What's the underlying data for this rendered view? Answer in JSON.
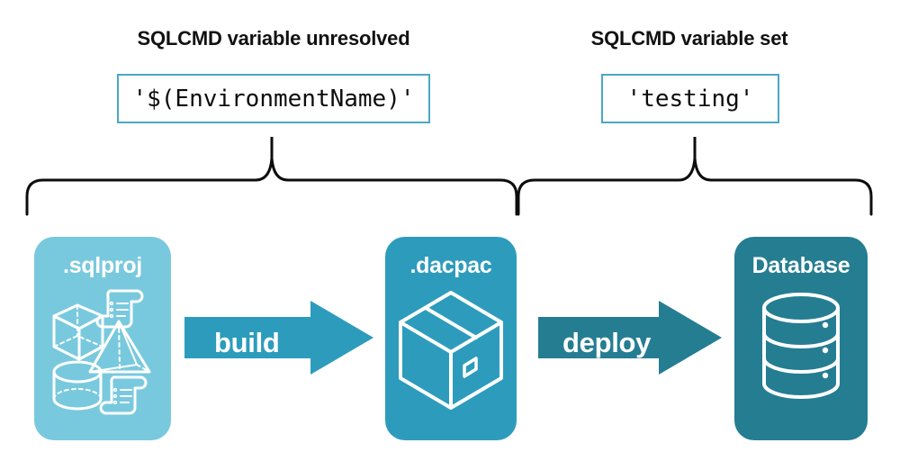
{
  "diagram": {
    "title_context": "SQLCMD variable resolution through build and deploy",
    "sections": [
      {
        "heading": "SQLCMD variable unresolved",
        "value": "'$(EnvironmentName)'",
        "brace": "horizontal-curly-brace"
      },
      {
        "heading": "SQLCMD variable set",
        "value": "'testing'",
        "brace": "horizontal-curly-brace"
      }
    ],
    "nodes": [
      {
        "label": ".sqlproj",
        "color": "#79c9de",
        "icons": [
          "cube-wireframe-icon",
          "scroll-icon",
          "pyramid-wireframe-icon",
          "cylinder-wireframe-icon",
          "scroll-icon"
        ]
      },
      {
        "label": ".dacpac",
        "color": "#2d9cbc",
        "icons": [
          "package-box-icon"
        ]
      },
      {
        "label": "Database",
        "color": "#257d92",
        "icons": [
          "database-cylinder-icon"
        ]
      }
    ],
    "arrows": [
      {
        "label": "build",
        "color": "#2d9cbc"
      },
      {
        "label": "deploy",
        "color": "#257d92"
      }
    ],
    "colors": {
      "light_teal": "#79c9de",
      "mid_teal": "#2d9cbc",
      "dark_teal": "#257d92",
      "code_border": "#4ba8c4",
      "text": "#111111",
      "background": "#ffffff"
    }
  }
}
